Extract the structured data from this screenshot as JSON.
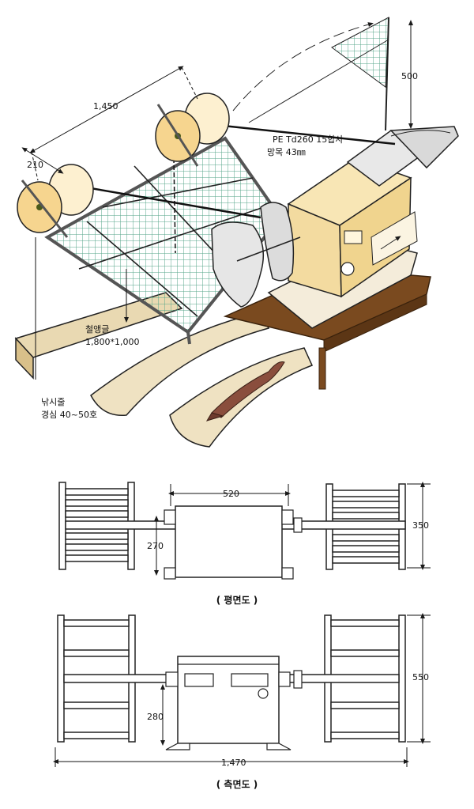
{
  "iso": {
    "dim_top": "1,450",
    "dim_left": "210",
    "dim_right": "500",
    "net_label_1": "PE Td260 15합사",
    "net_label_2": "망목 43㎜",
    "frame_label_1": "철앵글",
    "frame_label_2": "1,800*1,000",
    "line_label_1": "낚시줄",
    "line_label_2": "경심 40~50호"
  },
  "plan": {
    "dim_top": "520",
    "dim_left": "270",
    "dim_right": "350",
    "caption": "( 평면도 )"
  },
  "side": {
    "dim_right": "550",
    "dim_left": "280",
    "dim_bottom": "1,470",
    "caption": "( 측면도 )"
  },
  "colors": {
    "line": "#1a1a1a",
    "wood": "#e9d9b2",
    "base": "#7a4a1f",
    "machine": "#f3dba0",
    "reel": "#f6d58f",
    "net": "#55a68a",
    "squid": "#8a4e3d"
  }
}
